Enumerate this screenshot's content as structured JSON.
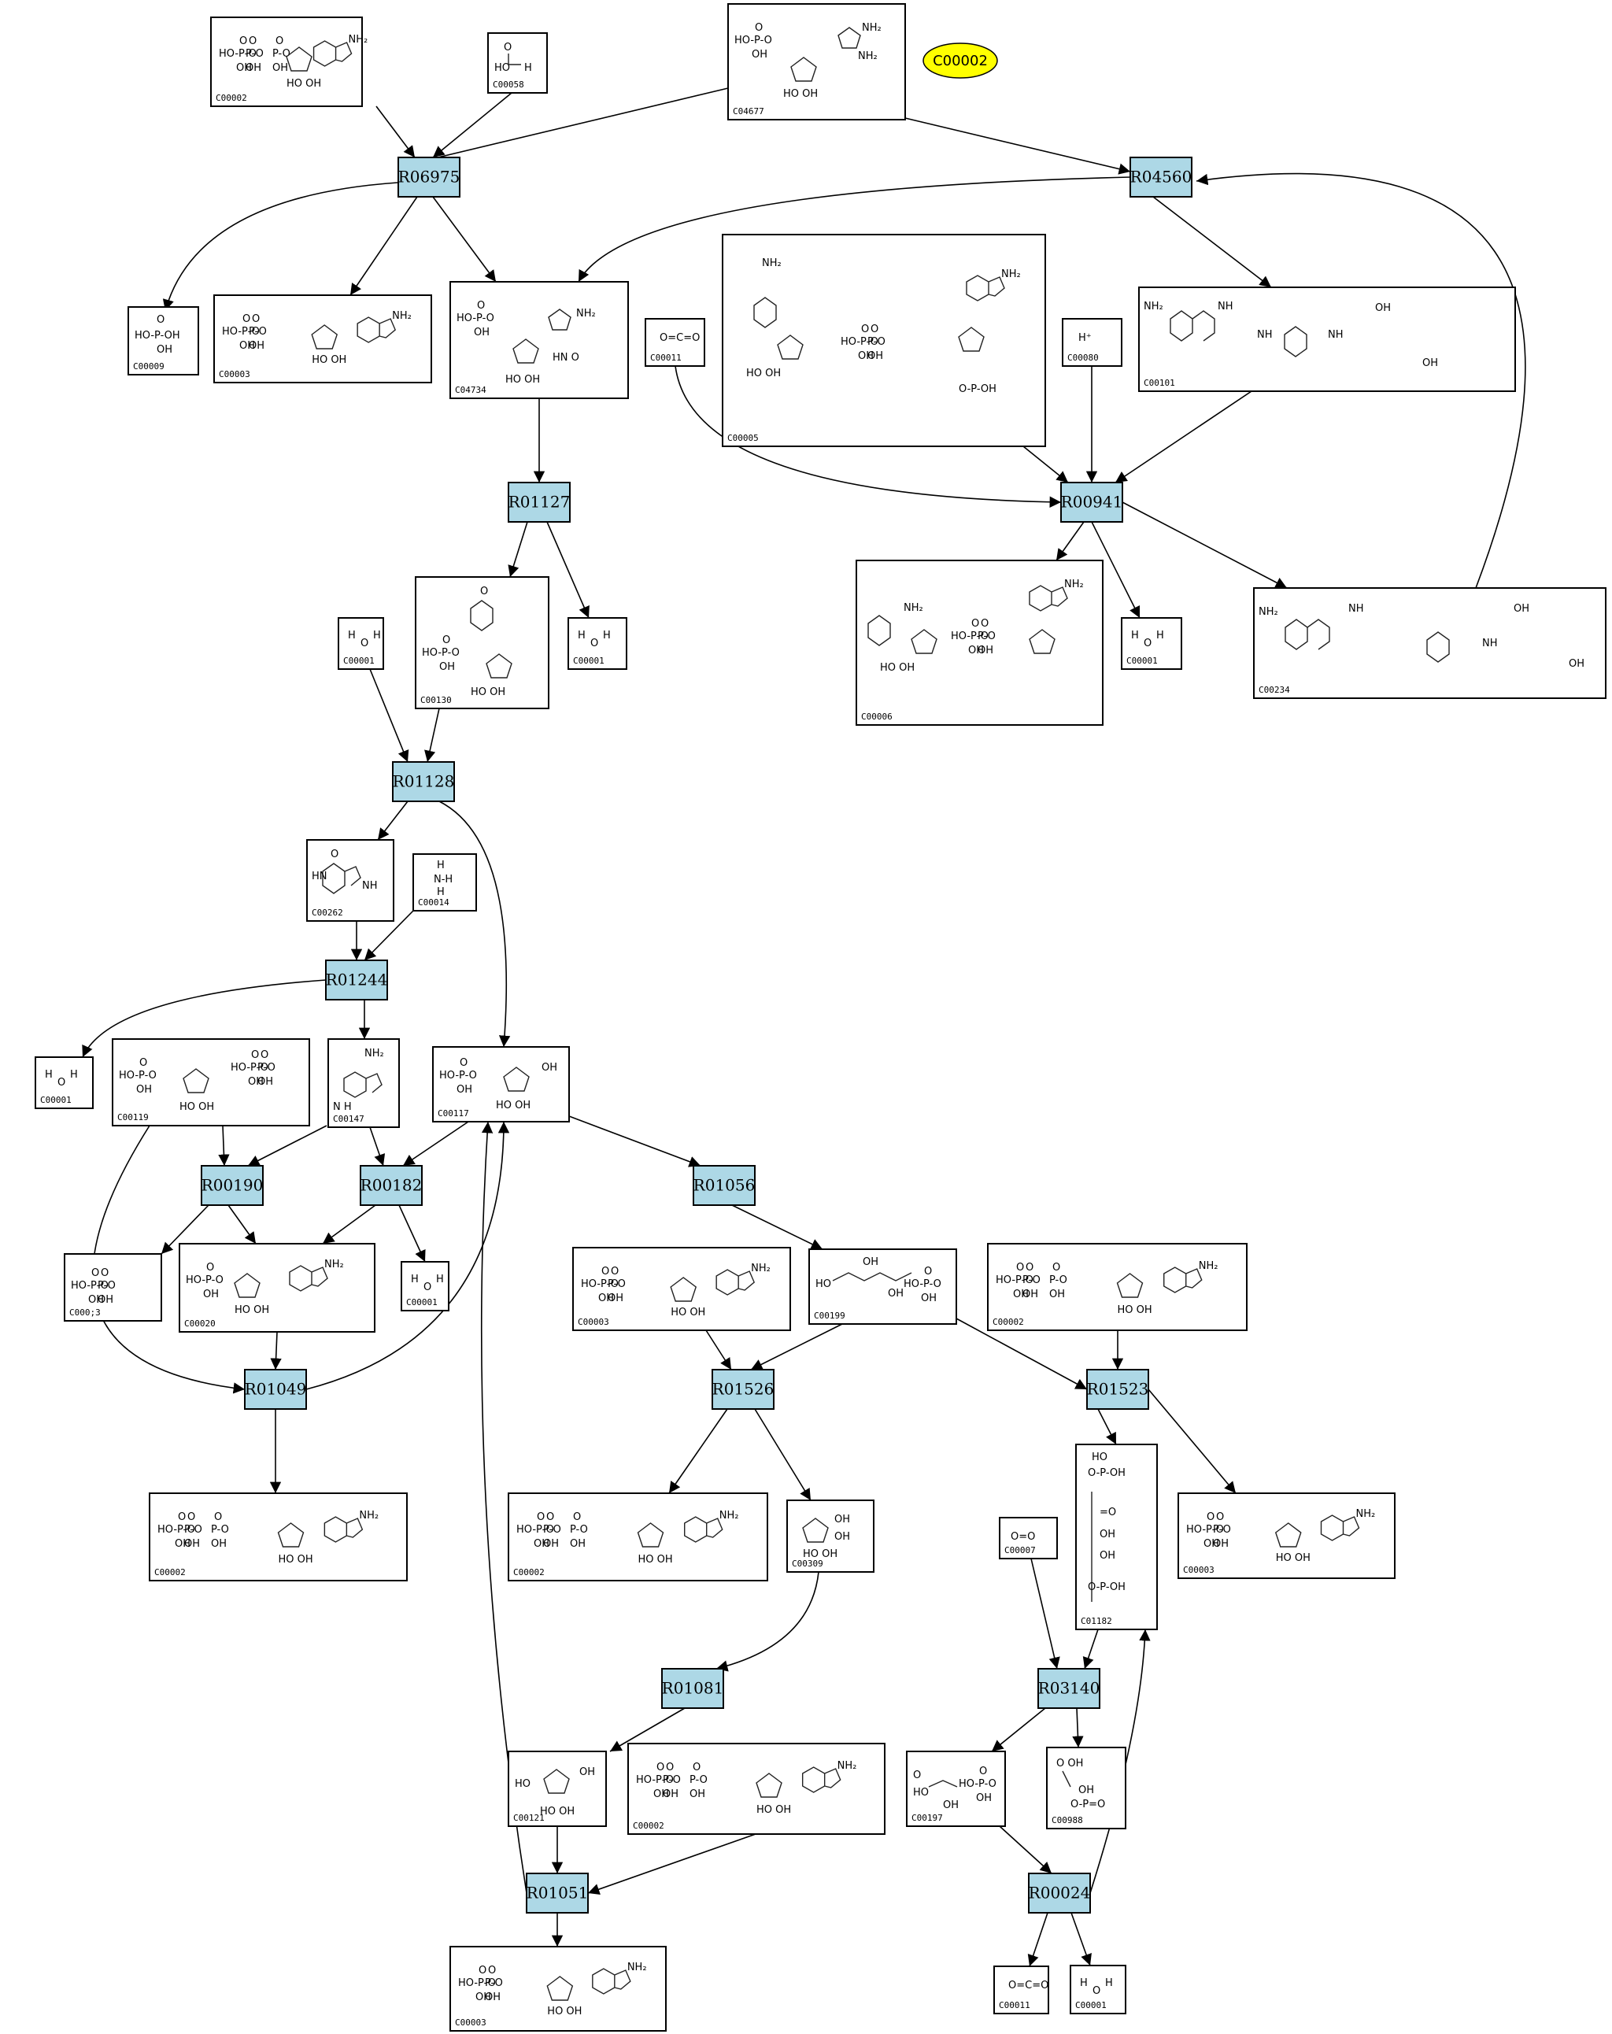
{
  "highlight": {
    "label": "C00002"
  },
  "reactions": [
    {
      "id": "R06975",
      "label": "R06975"
    },
    {
      "id": "R04560",
      "label": "R04560"
    },
    {
      "id": "R01127",
      "label": "R01127"
    },
    {
      "id": "R00941",
      "label": "R00941"
    },
    {
      "id": "R01128",
      "label": "R01128"
    },
    {
      "id": "R01244",
      "label": "R01244"
    },
    {
      "id": "R00190",
      "label": "R00190"
    },
    {
      "id": "R00182",
      "label": "R00182"
    },
    {
      "id": "R01056",
      "label": "R01056"
    },
    {
      "id": "R01049",
      "label": "R01049"
    },
    {
      "id": "R01526",
      "label": "R01526"
    },
    {
      "id": "R01523",
      "label": "R01523"
    },
    {
      "id": "R01081",
      "label": "R01081"
    },
    {
      "id": "R03140",
      "label": "R03140"
    },
    {
      "id": "R01051",
      "label": "R01051"
    },
    {
      "id": "R00024",
      "label": "R00024"
    }
  ],
  "compounds": [
    {
      "id": "c1",
      "label": "C00002",
      "structure": "ATP"
    },
    {
      "id": "c2",
      "label": "C00058",
      "structure": "formate"
    },
    {
      "id": "c3",
      "label": "C04677",
      "structure": "AICAR"
    },
    {
      "id": "c4",
      "label": "C00009",
      "structure": "phosphate"
    },
    {
      "id": "c5",
      "label": "C00003",
      "structure": "NAD"
    },
    {
      "id": "c6",
      "label": "C04734",
      "structure": "FAICAR"
    },
    {
      "id": "c7",
      "label": "C00011",
      "structure": "CO2"
    },
    {
      "id": "c8",
      "label": "C00005",
      "structure": "NADPH"
    },
    {
      "id": "c9",
      "label": "C00080",
      "structure": "H+"
    },
    {
      "id": "c10",
      "label": "C00101",
      "structure": "THF"
    },
    {
      "id": "c11",
      "label": "C00130",
      "structure": "IMP"
    },
    {
      "id": "c12",
      "label": "C00001",
      "structure": "water"
    },
    {
      "id": "c13",
      "label": "C00006",
      "structure": "NADP"
    },
    {
      "id": "c14",
      "label": "C00001",
      "structure": "water"
    },
    {
      "id": "c15",
      "label": "C00234",
      "structure": "10-formyl-THF"
    },
    {
      "id": "c16",
      "label": "C00001",
      "structure": "water"
    },
    {
      "id": "c17",
      "label": "C00262",
      "structure": "hypoxanthine"
    },
    {
      "id": "c18",
      "label": "C00014",
      "structure": "ammonia"
    },
    {
      "id": "c19",
      "label": "C00001",
      "structure": "water"
    },
    {
      "id": "c20",
      "label": "C00119",
      "structure": "PRPP"
    },
    {
      "id": "c21",
      "label": "C00147",
      "structure": "adenine"
    },
    {
      "id": "c22",
      "label": "C00117",
      "structure": "ribose-5-phosphate"
    },
    {
      "id": "c23",
      "label": "C000;3",
      "structure": "diphosphate"
    },
    {
      "id": "c24",
      "label": "C00020",
      "structure": "AMP"
    },
    {
      "id": "c25",
      "label": "C00001",
      "structure": "water"
    },
    {
      "id": "c26",
      "label": "C00003",
      "structure": "NAD"
    },
    {
      "id": "c27",
      "label": "C00199",
      "structure": "ribulose-5-phosphate"
    },
    {
      "id": "c28",
      "label": "C00002",
      "structure": "ATP"
    },
    {
      "id": "c29",
      "label": "C00002",
      "structure": "ATP"
    },
    {
      "id": "c30",
      "label": "C00002",
      "structure": "ATP"
    },
    {
      "id": "c31",
      "label": "C00309",
      "structure": "ribulose"
    },
    {
      "id": "c32",
      "label": "C01182",
      "structure": "ribulose-bisphosphate"
    },
    {
      "id": "c33",
      "label": "C00007",
      "structure": "oxygen"
    },
    {
      "id": "c34",
      "label": "C00003",
      "structure": "NAD"
    },
    {
      "id": "c35",
      "label": "C00121",
      "structure": "ribose"
    },
    {
      "id": "c36",
      "label": "C00002",
      "structure": "ATP"
    },
    {
      "id": "c37",
      "label": "C00197",
      "structure": "3-phosphoglycerate"
    },
    {
      "id": "c38",
      "label": "C00988",
      "structure": "phosphoglycolate"
    },
    {
      "id": "c39",
      "label": "C00003",
      "structure": "NAD"
    },
    {
      "id": "c40",
      "label": "C00011",
      "structure": "CO2"
    },
    {
      "id": "c41",
      "label": "C00001",
      "structure": "water"
    }
  ],
  "structure_text": {
    "NH2": "NH₂",
    "OH": "OH",
    "HO": "HO",
    "P": "P",
    "O": "O",
    "N": "N",
    "H": "H",
    "NH": "NH",
    "HN": "HN",
    "Hplus": "H⁺",
    "OeCeO": "O=C=O",
    "OeO": "O=O"
  }
}
